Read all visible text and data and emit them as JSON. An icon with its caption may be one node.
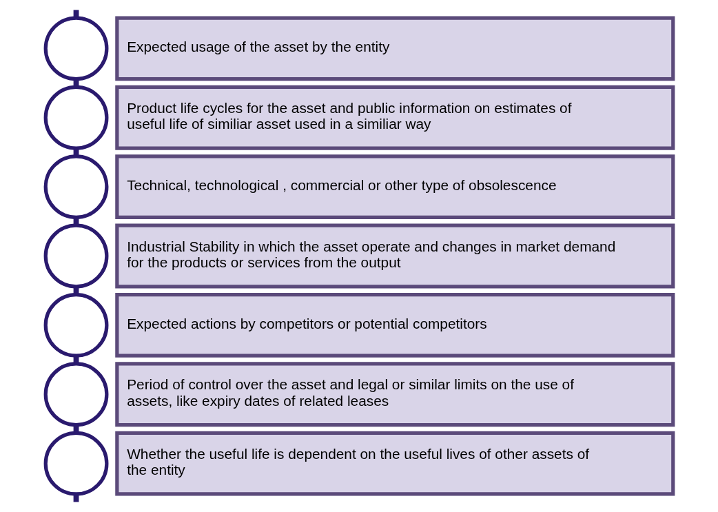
{
  "diagram": {
    "nodes": [
      {
        "text": [
          "Expected usage of the asset by the entity"
        ]
      },
      {
        "text": [
          "Product life cycles for the asset and public information on estimates of useful life of similiar asset used in a similiar way"
        ]
      },
      {
        "text": [
          "Technical, technological , commercial or other type of obsolescence"
        ]
      },
      {
        "text": [
          "Industrial Stability in which the asset operate and changes in market demand for the products or services from the output"
        ]
      },
      {
        "text": [
          "Expected actions by competitors or potential competitors"
        ]
      },
      {
        "text": [
          "Period of control over the asset and legal or similar limits on the use of assets, like expiry dates of related leases"
        ]
      },
      {
        "text": [
          "Whether the useful life is dependent on the useful lives of other assets of the entity"
        ]
      },
      {
        "text": [],
        "shape": "circle"
      },
      {
        "text": [],
        "shape": "circle"
      },
      {
        "text": [],
        "shape": "circle"
      },
      {
        "text": [],
        "shape": "circle"
      },
      {
        "text": [],
        "shape": "circle"
      },
      {
        "text": [],
        "shape": "circle"
      },
      {
        "text": [],
        "shape": "circle"
      }
    ],
    "edges": [
      {
        "from": null,
        "to": 7,
        "arrow": "none"
      },
      {
        "from": 7,
        "to": 8,
        "arrow": "none"
      },
      {
        "from": 8,
        "to": 9,
        "arrow": "none"
      },
      {
        "from": 9,
        "to": 10,
        "arrow": "none"
      },
      {
        "from": 10,
        "to": 11,
        "arrow": "none"
      },
      {
        "from": 11,
        "to": 12,
        "arrow": "none"
      },
      {
        "from": 12,
        "to": 13,
        "arrow": "none"
      },
      {
        "from": 13,
        "to": null,
        "arrow": "none"
      }
    ]
  }
}
